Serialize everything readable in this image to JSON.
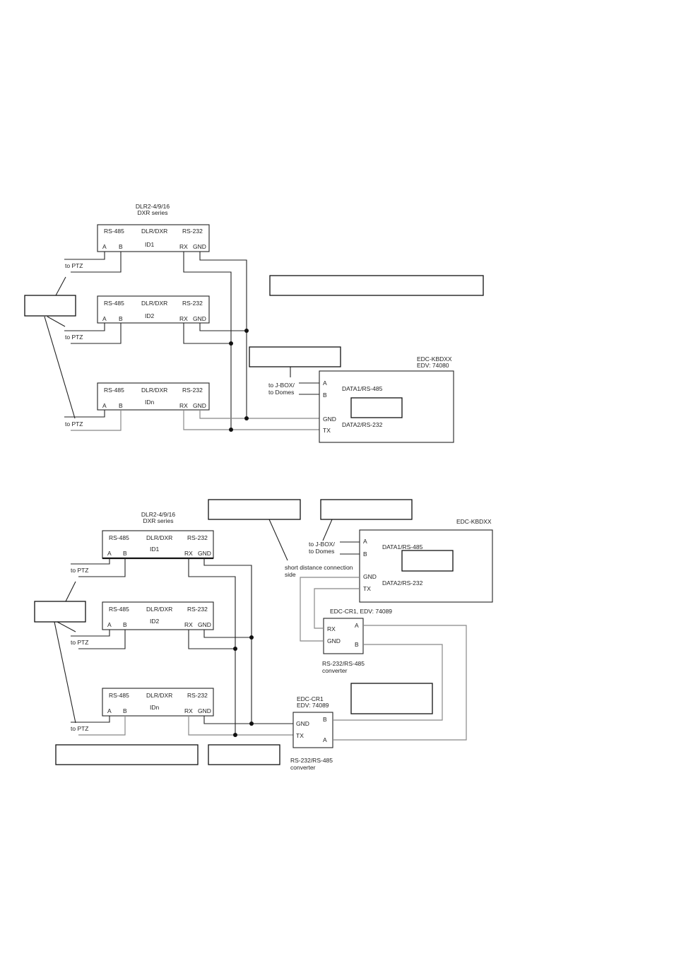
{
  "device": {
    "series_line1": "DLR2-4/9/16",
    "series_line2": "DXR series",
    "rs485": "RS-485",
    "model": "DLR/DXR",
    "rs232": "RS-232",
    "pin_a": "A",
    "pin_b": "B",
    "pin_rx": "RX",
    "pin_gnd": "GND",
    "id1": "ID1",
    "id2": "ID2",
    "idn": "IDn",
    "to_ptz": "to PTZ"
  },
  "keyboard": {
    "name1": "EDC-KBDXX",
    "edv1": "EDV: 74080",
    "name2": "EDC-KBDXX",
    "jbox": "to J-BOX/",
    "domes1": "to  Domes",
    "domes2": "to Domes",
    "a": "A",
    "b": "B",
    "gnd": "GND",
    "tx": "TX",
    "data1": "DATA1/RS-485",
    "data2": "DATA2/RS-232"
  },
  "converter_top": {
    "label": "EDC-CR1, EDV: 74089",
    "rx": "RX",
    "gnd": "GND",
    "a": "A",
    "b": "B",
    "desc1": "RS-232/RS-485",
    "desc2": "converter"
  },
  "converter_bottom": {
    "label1": "EDC-CR1",
    "label2": "EDV: 74089",
    "gnd": "GND",
    "tx": "TX",
    "b": "B",
    "a": "A",
    "desc1": "RS-232/RS-485",
    "desc2": "converter"
  },
  "annotations": {
    "short_line1": "short distance connection",
    "short_line2": "side"
  }
}
